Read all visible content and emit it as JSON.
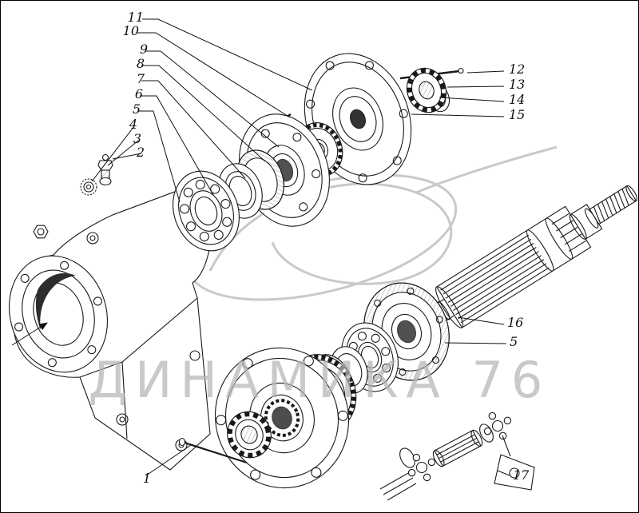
{
  "page": {
    "watermark": "ДИНАМИКА 76"
  },
  "callouts": [
    {
      "label": "11"
    },
    {
      "label": "10"
    },
    {
      "label": "9"
    },
    {
      "label": "8"
    },
    {
      "label": "7"
    },
    {
      "label": "6"
    },
    {
      "label": "5"
    },
    {
      "label": "4"
    },
    {
      "label": "3"
    },
    {
      "label": "2"
    },
    {
      "label": "12"
    },
    {
      "label": "13"
    },
    {
      "label": "14"
    },
    {
      "label": "15"
    },
    {
      "label": "16"
    },
    {
      "label": "5"
    },
    {
      "label": "17"
    },
    {
      "label": "1"
    }
  ],
  "colors": {
    "line": "#1a1a1a",
    "watermark": "#b5b5b5",
    "background": "#ffffff"
  }
}
